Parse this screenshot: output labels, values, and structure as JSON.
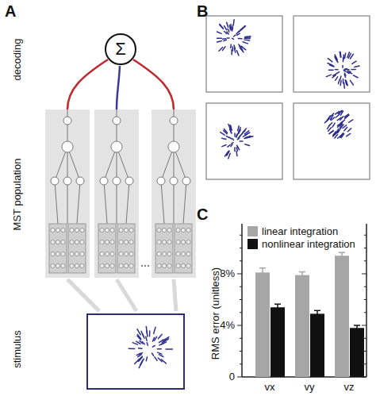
{
  "diagram": {
    "nodes": [
      {
        "text": [
          "Σ"
        ]
      }
    ],
    "labels": [
      "A",
      "B",
      "C",
      "decoding",
      "MST population",
      "stimulus",
      "RMS error (unitless)",
      "8%",
      "4%",
      "0",
      "vx",
      "vy",
      "vz"
    ],
    "legend": [
      {
        "text": "linear integration",
        "color": "#a6a6a6"
      },
      {
        "text": "nonlinear integration",
        "color": "#111111"
      }
    ]
  }
}
